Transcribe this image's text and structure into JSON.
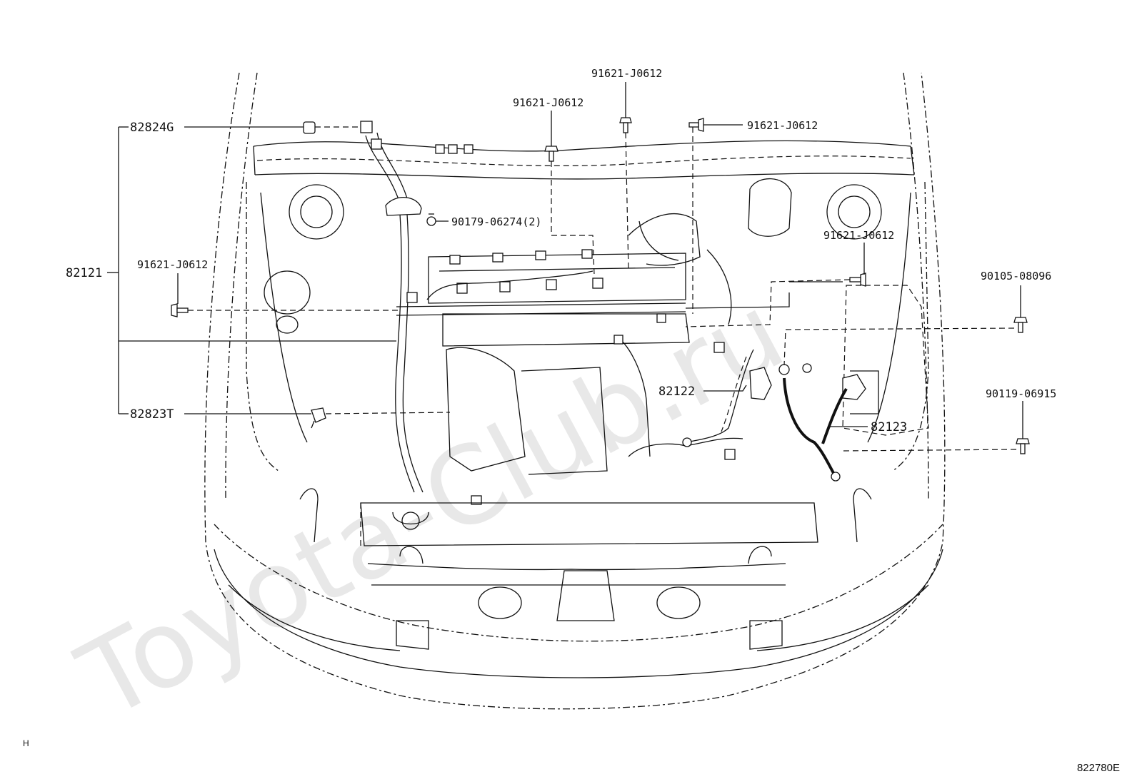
{
  "watermark": "Toyota-Club.ru",
  "callouts": {
    "p82824G": "82824G",
    "p82121": "82121",
    "p82823T": "82823T",
    "p82122": "82122",
    "p82123": "82123",
    "bolt_top_center": "91621-J0612",
    "bolt_top_left": "91621-J0612",
    "bolt_top_right": "91621-J0612",
    "bolt_left": "91621-J0612",
    "bolt_right": "91621-J0612",
    "clip_90179": "90179-06274(2)",
    "bolt_90105": "90105-08096",
    "bolt_90119": "90119-06915"
  },
  "sheet_mark": "H",
  "figure_code": "822780E"
}
